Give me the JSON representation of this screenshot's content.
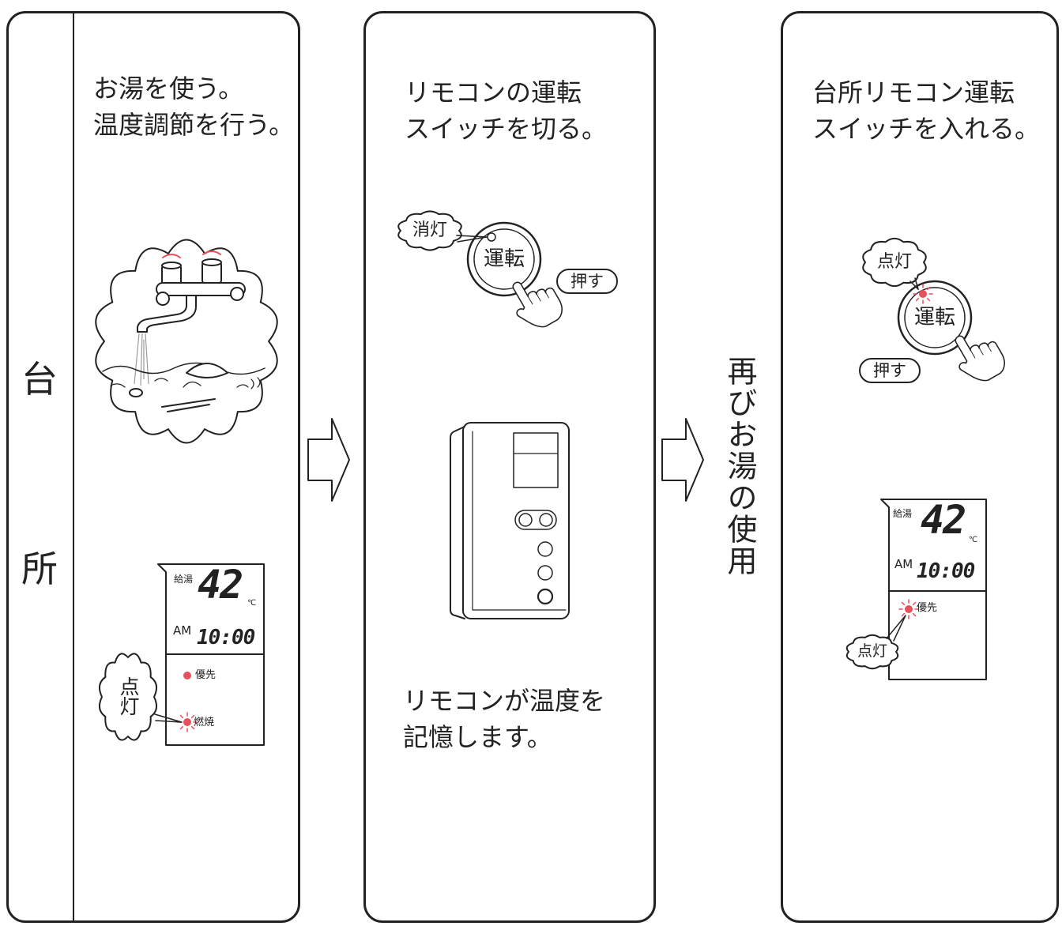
{
  "step1": {
    "side_label_top": "台",
    "side_label_bottom": "所",
    "heading": [
      "お湯を使う。",
      "温度調節を行う。"
    ],
    "display": {
      "mode_label": "給湯",
      "temperature": "42",
      "unit": "℃",
      "ampm": "AM",
      "time": "10:00",
      "priority_label": "優先",
      "burn_label": "燃焼"
    },
    "callout": "点灯"
  },
  "step2": {
    "heading": [
      "リモコンの運転",
      "スイッチを切る。"
    ],
    "callout": "消灯",
    "button_label": "運転",
    "press_label": "押す",
    "note": [
      "リモコンが温度を",
      "記憶します。"
    ]
  },
  "transition": "再びお湯の使用",
  "step3": {
    "heading": [
      "台所リモコン運転",
      "スイッチを入れる。"
    ],
    "callout_button": "点灯",
    "button_label": "運転",
    "press_label": "押す",
    "display": {
      "mode_label": "給湯",
      "temperature": "42",
      "unit": "℃",
      "ampm": "AM",
      "time": "10:00",
      "priority_label": "優先"
    },
    "callout_display": "点灯"
  },
  "icons": [
    "faucet-icon",
    "remote-control-icon",
    "pointing-hand-icon",
    "right-arrow-icon",
    "lamp-burst-icon"
  ],
  "colors": {
    "line": "#222222",
    "lamp": "#e8505b"
  }
}
